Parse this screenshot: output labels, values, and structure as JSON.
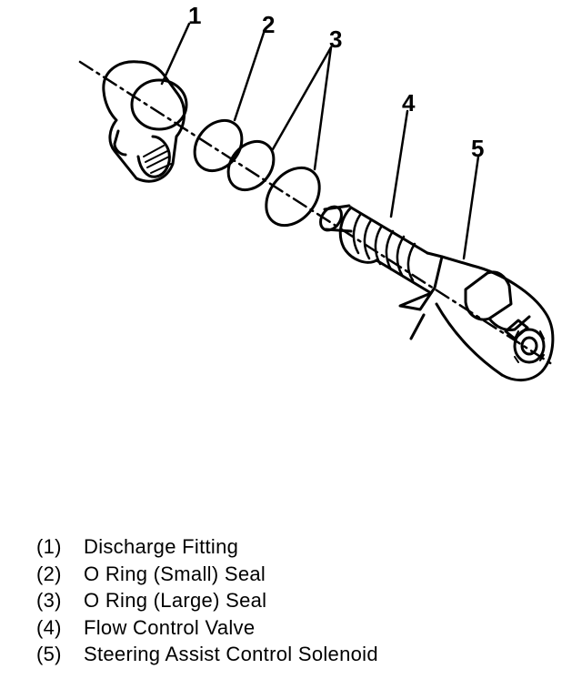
{
  "callouts": [
    {
      "num": "1"
    },
    {
      "num": "2"
    },
    {
      "num": "3"
    },
    {
      "num": "4"
    },
    {
      "num": "5"
    }
  ],
  "legend": [
    {
      "num": "(1)",
      "label": "Discharge Fitting"
    },
    {
      "num": "(2)",
      "label": "O Ring (Small) Seal"
    },
    {
      "num": "(3)",
      "label": "O Ring (Large) Seal"
    },
    {
      "num": "(4)",
      "label": "Flow Control Valve"
    },
    {
      "num": "(5)",
      "label": "Steering Assist Control Solenoid"
    }
  ]
}
